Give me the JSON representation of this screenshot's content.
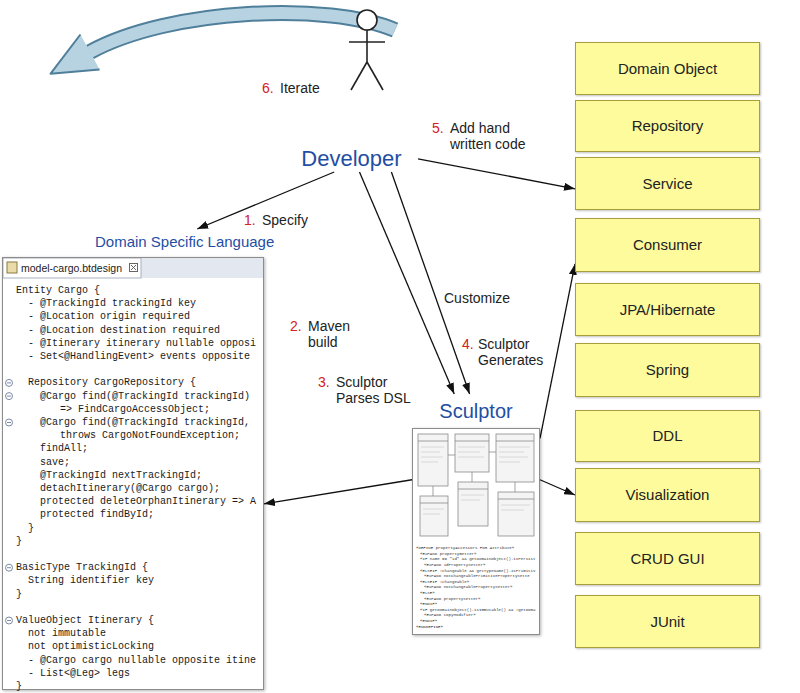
{
  "diagram": {
    "nodes": [
      {
        "text": [
          "Developer"
        ]
      },
      {
        "text": [
          "Domain Specific Language",
          "model-cargo.btdesign",
          "Entity Cargo {",
          "- @TrackingId trackingId key",
          "- @Location origin required",
          "- @Location destination required",
          "- @Itinerary itinerary nullable opposi",
          "- Set<@HandlingEvent> events opposite",
          "Repository CargoRepository {",
          "@Cargo find(@TrackingId trackingId)",
          "=> FindCargoAccessObject;",
          "@Cargo find(@TrackingId trackingId,",
          "throws CargoNotFoundException;",
          "findAll;",
          "save;",
          "@TrackingId nextTrackingId;",
          "detachItinerary(@Cargo cargo);",
          "protected deleteOrphanItinerary => A",
          "protected findById;",
          "}",
          "}",
          "BasicType TrackingId {",
          "String identifier key",
          "}",
          "ValueObject Itinerary {",
          "not immutable",
          "not optimisticLocking",
          "- @Cargo cargo nullable opposite itine",
          "- List<@Leg> legs",
          "}"
        ]
      },
      {
        "text": [
          "Sculptor",
          "«DEFINE propertyAccessors FOR Attribute»",
          "«EXPAND propertyGetter»",
          "«IF name == \"id\" && getDomainObject().isPersist",
          "«EXPAND idPropertySetter»",
          "«ELSEIF !changeable && getTypeName().isPrimitiv",
          "«EXPAND notChangeablePrimitivePropertySette",
          "«ELSEIF !changeable»",
          "«EXPAND notChangeablePropertySetter»",
          "«ELSE»",
          "«EXPAND propertySetter»",
          "«ENDIF»",
          "«IF getDomainObject().isImmutable() && !getDoma",
          "«EXPAND copyModifier»",
          "«ENDIF»",
          "«ENDDEFINE»"
        ]
      },
      {
        "text": [
          "Domain Object"
        ]
      },
      {
        "text": [
          "Repository"
        ]
      },
      {
        "text": [
          "Service"
        ]
      },
      {
        "text": [
          "Consumer"
        ]
      },
      {
        "text": [
          "JPA/Hibernate"
        ]
      },
      {
        "text": [
          "Spring"
        ]
      },
      {
        "text": [
          "DDL"
        ]
      },
      {
        "text": [
          "Visualization"
        ]
      },
      {
        "text": [
          "CRUD GUI"
        ]
      },
      {
        "text": [
          "JUnit"
        ]
      }
    ],
    "edges": [
      {
        "from": 0,
        "to": 1,
        "arrow": "to",
        "label": "Specify"
      },
      {
        "from": 0,
        "to": 2,
        "arrow": "to",
        "label": "Maven build"
      },
      {
        "from": 0,
        "to": 2,
        "arrow": "to",
        "label": "Customize"
      },
      {
        "from": 2,
        "to": 1,
        "arrow": "to",
        "label": "Sculptor Parses DSL"
      },
      {
        "from": 0,
        "to": 5,
        "arrow": "to",
        "label": "Add hand written code"
      },
      {
        "from": 2,
        "to": 6,
        "arrow": "to",
        "label": "Sculptor Generates"
      },
      {
        "from": 2,
        "to": 10,
        "arrow": "to"
      }
    ],
    "labels": [
      "1.",
      "2.",
      "3.",
      "4.",
      "5.",
      "6.",
      "Iterate"
    ]
  }
}
